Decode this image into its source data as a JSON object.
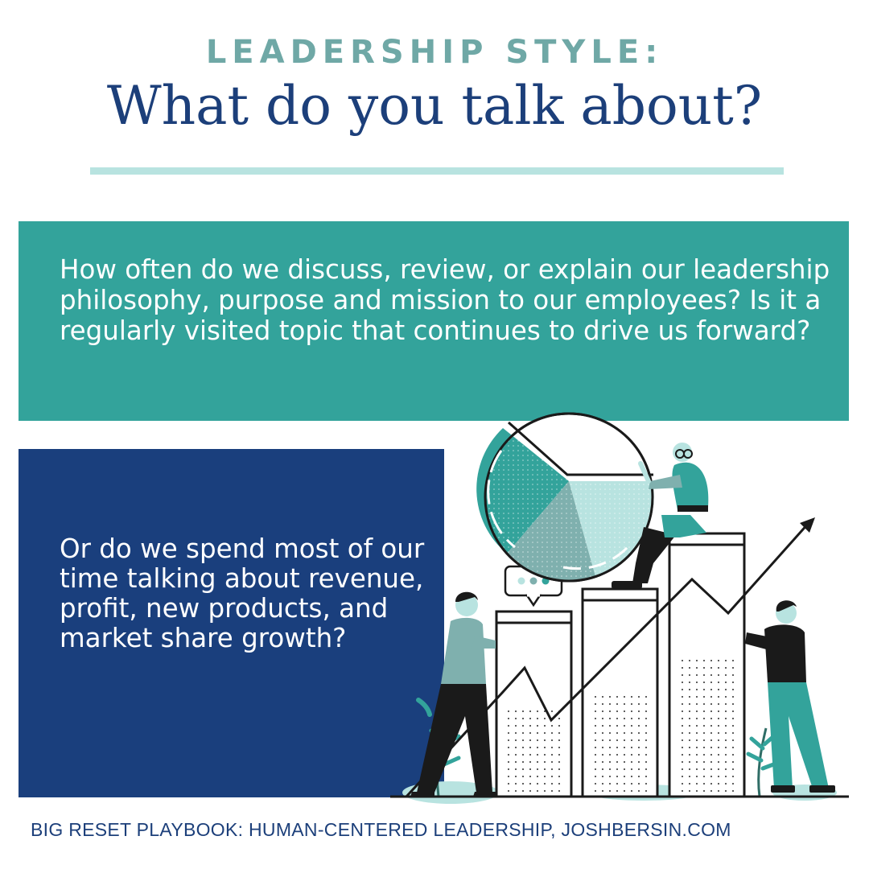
{
  "header": {
    "kicker": "LEADERSHIP STYLE:",
    "title": "What do you talk about?"
  },
  "question_1": "How often do we discuss, review, or explain our leadership philosophy, purpose and mission to our employees? Is it a regularly visited topic that continues to drive us forward?",
  "question_2": "Or do we spend most of our time talking about revenue, profit, new products, and market share growth?",
  "footer": "BIG RESET PLAYBOOK: HUMAN-CENTERED LEADERSHIP, JOSHBERSIN.COM",
  "colors": {
    "teal": "#33a39b",
    "navy": "#1a3f7d",
    "light_teal": "#b8e3e0",
    "muted_teal": "#6fa8a6",
    "sage": "#7fb0ae"
  }
}
